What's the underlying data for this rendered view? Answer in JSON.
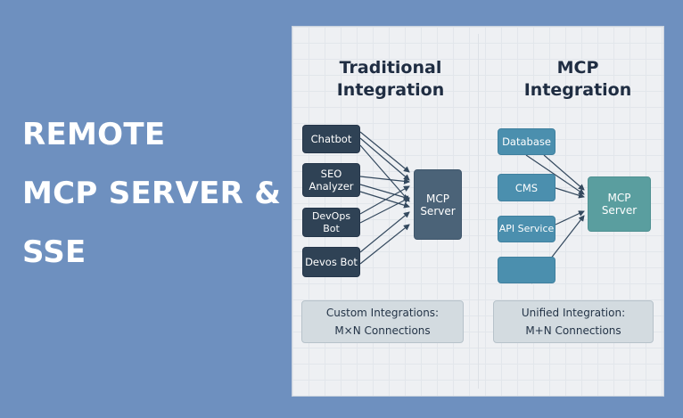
{
  "headline": {
    "lines": [
      "REMOTE",
      "MCP SERVER &",
      "SSE"
    ]
  },
  "colors": {
    "background": "#6e90bf",
    "panel": "#eef0f3",
    "traditional_client": "#2f4255",
    "traditional_server": "#4b6378",
    "mcp_client": "#4b8fae",
    "mcp_server": "#5a9e9f",
    "arrow": "#34495e"
  },
  "traditional": {
    "title_lines": [
      "Traditional",
      "Integration"
    ],
    "clients": [
      {
        "label_lines": [
          "Chatbot"
        ]
      },
      {
        "label_lines": [
          "SEO",
          "Analyzer"
        ]
      },
      {
        "label_lines": [
          "DevOps Bot"
        ]
      },
      {
        "label_lines": [
          "Devos Bot"
        ]
      }
    ],
    "server": {
      "label_lines": [
        "MCP",
        "Server"
      ]
    },
    "caption_lines": [
      "Custom Integrations:",
      "M×N Connections"
    ]
  },
  "mcp": {
    "title_lines": [
      "MCP",
      "Integration"
    ],
    "clients": [
      {
        "label_lines": [
          "Database"
        ]
      },
      {
        "label_lines": [
          "CMS"
        ]
      },
      {
        "label_lines": [
          "API Service"
        ]
      },
      {
        "label_lines": [
          ""
        ]
      }
    ],
    "server": {
      "label_lines": [
        "MCP",
        "Server"
      ]
    },
    "caption_lines": [
      "Unified Integration:",
      "M+N Connections"
    ]
  }
}
